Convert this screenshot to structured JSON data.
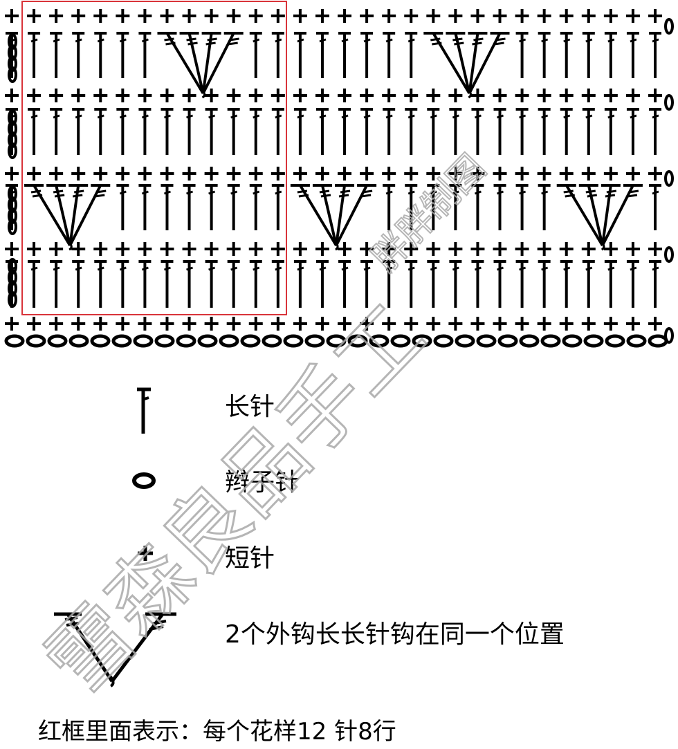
{
  "chart": {
    "rows": 8,
    "columns": 30,
    "pattern_repeat_columns": 12,
    "pattern_repeat_rows": 8,
    "red_frame_color": "#d9343a",
    "stitch_color": "#000000"
  },
  "legend": {
    "items": [
      {
        "symbol": "double-crochet-icon",
        "label": "长针"
      },
      {
        "symbol": "chain-stitch-icon",
        "label": "辫子针"
      },
      {
        "symbol": "single-crochet-icon",
        "label": "短针"
      },
      {
        "symbol": "crossed-front-post-treble-icon",
        "label": "2个外钩长长针钩在同一个位置"
      }
    ]
  },
  "footer": {
    "text": "红框里面表示：每个花样12 针8行"
  },
  "watermark": {
    "text_large": "雪森良品手工",
    "text_small": "胖胖制图",
    "color": "#b0b0b0"
  }
}
